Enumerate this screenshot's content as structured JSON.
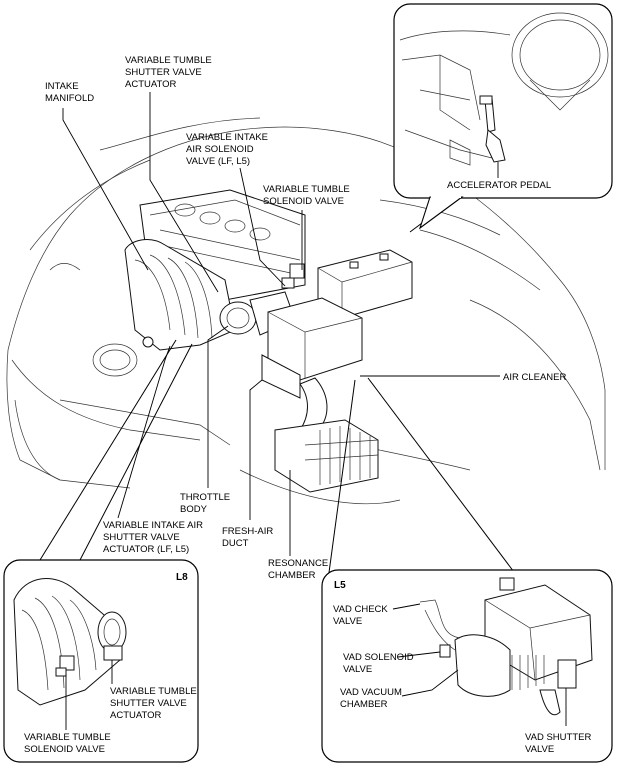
{
  "labels": {
    "variable_tumble_shutter_valve_actuator": [
      "VARIABLE TUMBLE",
      "SHUTTER VALVE",
      "ACTUATOR"
    ],
    "intake_manifold": [
      "INTAKE",
      "MANIFOLD"
    ],
    "variable_intake_air_solenoid_valve": [
      "VARIABLE INTAKE",
      "AIR SOLENOID",
      "VALVE (LF, L5)"
    ],
    "variable_tumble_solenoid_valve": [
      "VARIABLE TUMBLE",
      "SOLENOID VALVE"
    ],
    "accelerator_pedal": [
      "ACCELERATOR PEDAL"
    ],
    "air_cleaner": [
      "AIR CLEANER"
    ],
    "throttle_body": [
      "THROTTLE",
      "BODY"
    ],
    "fresh_air_duct": [
      "FRESH-AIR",
      "DUCT"
    ],
    "variable_intake_air_shutter_valve_actuator": [
      "VARIABLE INTAKE AIR",
      "SHUTTER VALVE",
      "ACTUATOR (LF, L5)"
    ],
    "resonance_chamber": [
      "RESONANCE",
      "CHAMBER"
    ]
  },
  "inset_l8": {
    "tag": "L8",
    "labels": {
      "variable_tumble_shutter_valve_actuator": [
        "VARIABLE TUMBLE",
        "SHUTTER VALVE",
        "ACTUATOR"
      ],
      "variable_tumble_solenoid_valve": [
        "VARIABLE TUMBLE",
        "SOLENOID VALVE"
      ]
    }
  },
  "inset_l5": {
    "tag": "L5",
    "labels": {
      "vad_check_valve": [
        "VAD CHECK",
        "VALVE"
      ],
      "vad_solenoid_valve": [
        "VAD SOLENOID",
        "VALVE"
      ],
      "vad_vacuum_chamber": [
        "VAD VACUUM",
        "CHAMBER"
      ],
      "vad_shutter_valve": [
        "VAD SHUTTER",
        "VALVE"
      ]
    }
  }
}
